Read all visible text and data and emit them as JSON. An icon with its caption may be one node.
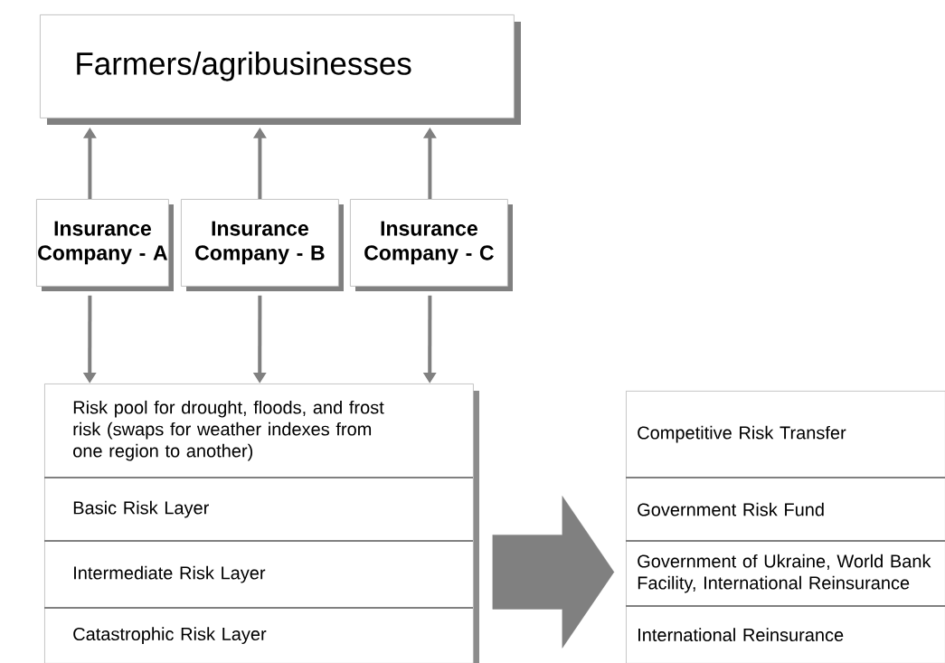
{
  "diagram": {
    "nodes": [
      {
        "text": [
          "Farmers/agribusinesses"
        ]
      },
      {
        "text": [
          "Insurance Company - A"
        ]
      },
      {
        "text": [
          "Insurance Company - B"
        ]
      },
      {
        "text": [
          "Insurance Company - C"
        ]
      },
      {
        "text": [],
        "shape": "box"
      },
      {
        "text": [
          "Risk pool for drought, floods, and frost risk (swaps for weather indexes from one region to another)"
        ],
        "in": 4
      },
      {
        "text": [
          "Basic Risk Layer"
        ],
        "in": 4
      },
      {
        "text": [
          "Intermediate Risk Layer"
        ],
        "in": 4
      },
      {
        "text": [
          "Catastrophic Risk Layer"
        ],
        "in": 4
      },
      {
        "text": [],
        "shape": "box"
      },
      {
        "text": [
          "Competitive Risk Transfer"
        ],
        "in": 9
      },
      {
        "text": [
          "Government Risk Fund"
        ],
        "in": 9
      },
      {
        "text": [
          "Government of Ukraine, World Bank Facility, International Reinsurance"
        ],
        "in": 9
      },
      {
        "text": [
          "International Reinsurance"
        ],
        "in": 9
      }
    ],
    "edges": [
      {
        "from": 1,
        "to": 0,
        "arrow": "to"
      },
      {
        "from": 2,
        "to": 0,
        "arrow": "to"
      },
      {
        "from": 3,
        "to": 0,
        "arrow": "to"
      },
      {
        "from": 1,
        "to": 5,
        "arrow": "to"
      },
      {
        "from": 2,
        "to": 5,
        "arrow": "to"
      },
      {
        "from": 3,
        "to": 5,
        "arrow": "to"
      },
      {
        "from": 4,
        "to": 9,
        "arrow": "to",
        "style": "thick"
      }
    ]
  }
}
